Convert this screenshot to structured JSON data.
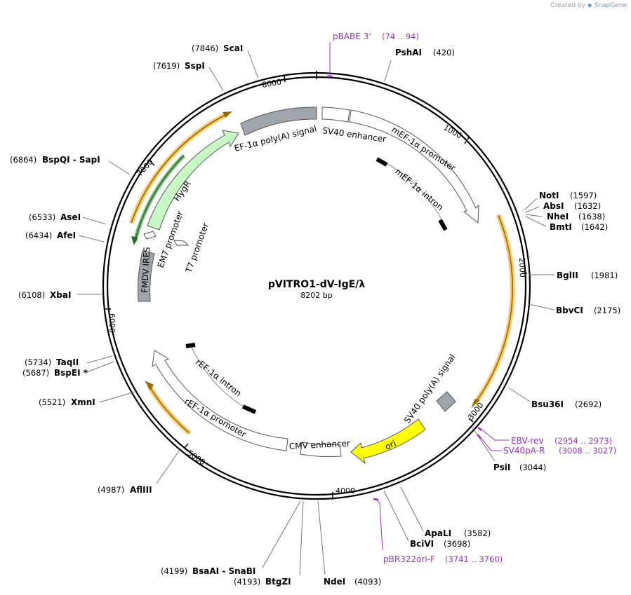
{
  "credit": {
    "prefix": "Created by",
    "brand": "SnapGene"
  },
  "plasmid": {
    "name": "pVITRO1-dV-IgE/λ",
    "length_label": "8202 bp"
  },
  "ticks": [
    {
      "label": "1000"
    },
    {
      "label": "2000"
    },
    {
      "label": "3000"
    },
    {
      "label": "4000"
    },
    {
      "label": "5000"
    },
    {
      "label": "6000"
    },
    {
      "label": "7000"
    },
    {
      "label": "8000"
    }
  ],
  "enzymes": [
    {
      "name": "PshAI",
      "pos": "(420)"
    },
    {
      "name": "NotI",
      "pos": "(1597)"
    },
    {
      "name": "AbsI",
      "pos": "(1632)"
    },
    {
      "name": "NheI",
      "pos": "(1638)"
    },
    {
      "name": "BmtI",
      "pos": "(1642)"
    },
    {
      "name": "BglII",
      "pos": "(1981)"
    },
    {
      "name": "BbvCI",
      "pos": "(2175)"
    },
    {
      "name": "Bsu36I",
      "pos": "(2692)"
    },
    {
      "name": "PsiI",
      "pos": "(3044)"
    },
    {
      "name": "ApaLI",
      "pos": "(3582)"
    },
    {
      "name": "BciVI",
      "pos": "(3698)"
    },
    {
      "name": "NdeI",
      "pos": "(4093)"
    },
    {
      "name": "BtgZI",
      "pos": "(4193)"
    },
    {
      "name": "BsaAI - SnaBI",
      "pos": "(4199)"
    },
    {
      "name": "AflIII",
      "pos": "(4987)"
    },
    {
      "name": "XmnI",
      "pos": "(5521)"
    },
    {
      "name": "BspEI *",
      "pos": "(5687)"
    },
    {
      "name": "TaqII",
      "pos": "(5734)"
    },
    {
      "name": "XbaI",
      "pos": "(6108)"
    },
    {
      "name": "AfeI",
      "pos": "(6434)"
    },
    {
      "name": "AseI",
      "pos": "(6533)"
    },
    {
      "name": "BspQI - SapI",
      "pos": "(6864)"
    },
    {
      "name": "SspI",
      "pos": "(7619)"
    },
    {
      "name": "ScaI",
      "pos": "(7846)"
    }
  ],
  "primers": [
    {
      "name": "pBABE 3'",
      "range": "(74 .. 94)"
    },
    {
      "name": "EBV-rev",
      "range": "(2954 .. 2973)"
    },
    {
      "name": "SV40pA-R",
      "range": "(3008 .. 3027)"
    },
    {
      "name": "pBR322ori-F",
      "range": "(3741 .. 3760)"
    }
  ],
  "features": [
    {
      "label": "SV40 enhancer"
    },
    {
      "label": "mEF-1α promoter"
    },
    {
      "label": "mEF-1α intron"
    },
    {
      "label": "EF-1α poly(A) signal"
    },
    {
      "label": "HygR"
    },
    {
      "label": "EM7 promoter"
    },
    {
      "label": "T7 promoter"
    },
    {
      "label": "FMDV IRES"
    },
    {
      "label": "SV40 poly(A) signal"
    },
    {
      "label": "ori"
    },
    {
      "label": "CMV enhancer"
    },
    {
      "label": "rEF-1α promoter"
    },
    {
      "label": "rEF-1α intron"
    }
  ],
  "colors": {
    "backbone": "#000000",
    "orf": "#f5b942",
    "hygr": "#c8f7c5",
    "polyA": "#a0a5ab",
    "ori": "#ffff00",
    "primer": "#9933cc",
    "promoter": "#ffffff"
  }
}
